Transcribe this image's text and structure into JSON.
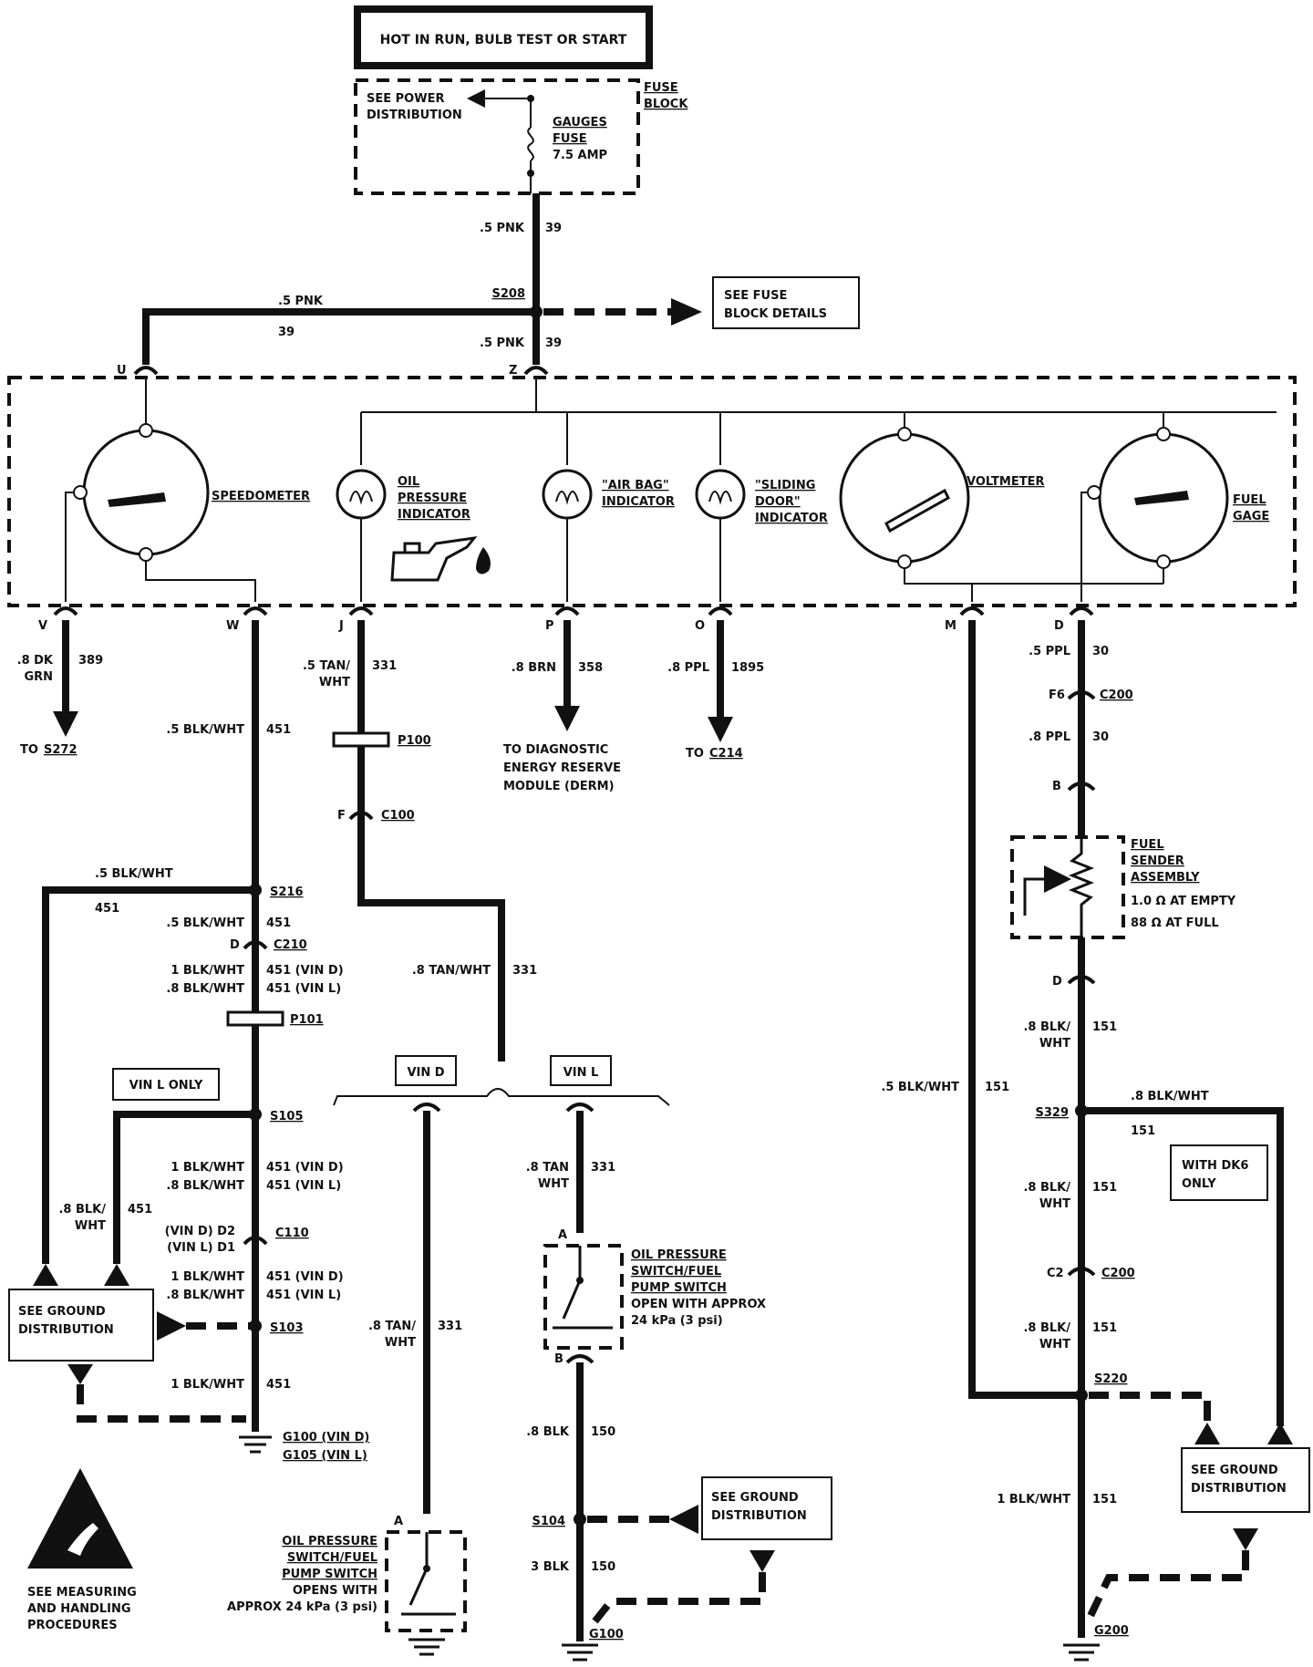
{
  "header": {
    "hot_in_run": "HOT IN RUN, BULB TEST OR START"
  },
  "fuse_block": {
    "see_power_1": "SEE POWER",
    "see_power_2": "DISTRIBUTION",
    "fuse_block_1": "FUSE",
    "fuse_block_2": "BLOCK",
    "gauges_1": "GAUGES",
    "gauges_2": "FUSE",
    "gauges_3": "7.5 AMP"
  },
  "wires": {
    "pnk": ".5 PNK",
    "c39": "39",
    "s208": "S208",
    "see_fuse_1": "SEE FUSE",
    "see_fuse_2": "BLOCK DETAILS",
    "pin_u": "U",
    "pin_z": "Z",
    "pin_v": "V",
    "pin_w": "W",
    "pin_j": "J",
    "pin_p": "P",
    "pin_o": "O",
    "pin_m": "M",
    "pin_d": "D"
  },
  "cluster": {
    "speedometer": "SPEEDOMETER",
    "oil_1": "OIL",
    "oil_2": "PRESSURE",
    "oil_3": "INDICATOR",
    "airbag_1": "\"AIR BAG\"",
    "airbag_2": "INDICATOR",
    "sliding_1": "\"SLIDING",
    "sliding_2": "DOOR\"",
    "sliding_3": "INDICATOR",
    "voltmeter": "VOLTMETER",
    "fuel_1": "FUEL",
    "fuel_2": "GAGE"
  },
  "left": {
    "dkgrn_1": ".8 DK",
    "dkgrn_2": "GRN",
    "c389": "389",
    "to_s272_pre": "TO ",
    "to_s272": "S272",
    "blkwht_5": ".5 BLK/WHT",
    "c451": "451",
    "s216": "S216",
    "pin_d": "D",
    "c210": "C210",
    "blk1_vind": "1 BLK/WHT",
    "blk8_vinl": ".8 BLK/WHT",
    "c451_vind": "451  (VIN D)",
    "c451_vinl": "451  (VIN L)",
    "p101": "P101",
    "vin_l_only": "VIN L ONLY",
    "s105": "S105",
    "blk8_1": ".8 BLK/",
    "blk8_2": "WHT",
    "vind_d2": "(VIN D)  D2",
    "vinl_d1": "(VIN L)  D1",
    "c110": "C110",
    "see_ground_1": "SEE GROUND",
    "see_ground_2": "DISTRIBUTION",
    "s103": "S103",
    "blk1": "1 BLK/WHT",
    "g100_vind": "G100  (VIN D)",
    "g105_vinl": "G105  (VIN L)",
    "measure_1": "SEE MEASURING",
    "measure_2": "AND HANDLING",
    "measure_3": "PROCEDURES"
  },
  "middle": {
    "tan_1": ".5 TAN/",
    "tan_2": "WHT",
    "c331": "331",
    "p100": "P100",
    "pin_f": "F",
    "c100": "C100",
    "tanwht_8": ".8 TAN/WHT",
    "vin_d": "VIN D",
    "vin_l": "VIN L",
    "brn": ".8 BRN",
    "c358": "358",
    "derm_1": "TO DIAGNOSTIC",
    "derm_2": "ENERGY RESERVE",
    "derm_3": "MODULE (DERM)",
    "ppl8": ".8 PPL",
    "c1895": "1895",
    "to_c214_pre": "TO ",
    "to_c214": "C214",
    "tan8_1": ".8 TAN/",
    "tan8_2": "WHT",
    "tan8b_1": ".8 TAN",
    "tan8b_2": "WHT",
    "pin_a": "A",
    "pin_b": "B",
    "sw_1": "OIL PRESSURE",
    "sw_2": "SWITCH/FUEL",
    "sw_3": "PUMP SWITCH",
    "sw_4": "OPEN WITH APPROX",
    "sw_5": "24 kPa (3 psi)",
    "blk8": ".8 BLK",
    "c150": "150",
    "s104": "S104",
    "blk3": "3 BLK",
    "g100": "G100",
    "see_ground_1": "SEE GROUND",
    "see_ground_2": "DISTRIBUTION",
    "sw2_1": "OIL PRESSURE",
    "sw2_2": "SWITCH/FUEL",
    "sw2_3": "PUMP SWITCH",
    "sw2_4": "OPENS WITH",
    "sw2_5": "APPROX 24 kPa (3 psi)"
  },
  "right": {
    "ppl5": ".5 PPL",
    "c30": "30",
    "f6": "F6",
    "c200": "C200",
    "ppl8": ".8 PPL",
    "pin_b": "B",
    "sender_1": "FUEL",
    "sender_2": "SENDER",
    "sender_3": "ASSEMBLY",
    "sender_4": "1.0 Ω AT EMPTY",
    "sender_5": "88 Ω AT FULL",
    "pin_d": "D",
    "blk8_1": ".8 BLK/",
    "blk8_2": "WHT",
    "c151": "151",
    "blkwht5": ".5 BLK/WHT",
    "blkwht8": ".8 BLK/WHT",
    "s329": "S329",
    "dk6_1": "WITH DK6",
    "dk6_2": "ONLY",
    "c2": "C2",
    "c200b": "C200",
    "s220": "S220",
    "see_ground_1": "SEE GROUND",
    "see_ground_2": "DISTRIBUTION",
    "blk1": "1 BLK/WHT",
    "g200": "G200"
  }
}
